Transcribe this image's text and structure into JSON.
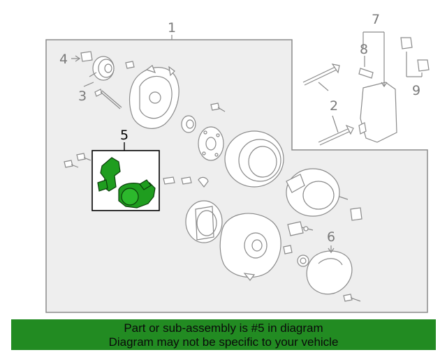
{
  "diagram": {
    "callouts": [
      {
        "id": "1",
        "label": "1"
      },
      {
        "id": "2",
        "label": "2"
      },
      {
        "id": "3",
        "label": "3"
      },
      {
        "id": "4",
        "label": "4"
      },
      {
        "id": "5",
        "label": "5"
      },
      {
        "id": "6",
        "label": "6"
      },
      {
        "id": "7",
        "label": "7"
      },
      {
        "id": "8",
        "label": "8"
      },
      {
        "id": "9",
        "label": "9"
      }
    ],
    "highlight_part": "5",
    "colors": {
      "line": "#8a8a8a",
      "panel": "#eeeeee",
      "highlight_fill": "#1f9d1f",
      "highlight_box": "#000000",
      "banner": "#228b22"
    }
  },
  "banner": {
    "line1": "Part or sub-assembly is #5 in diagram",
    "line2": "Diagram may not be specific to your vehicle"
  }
}
